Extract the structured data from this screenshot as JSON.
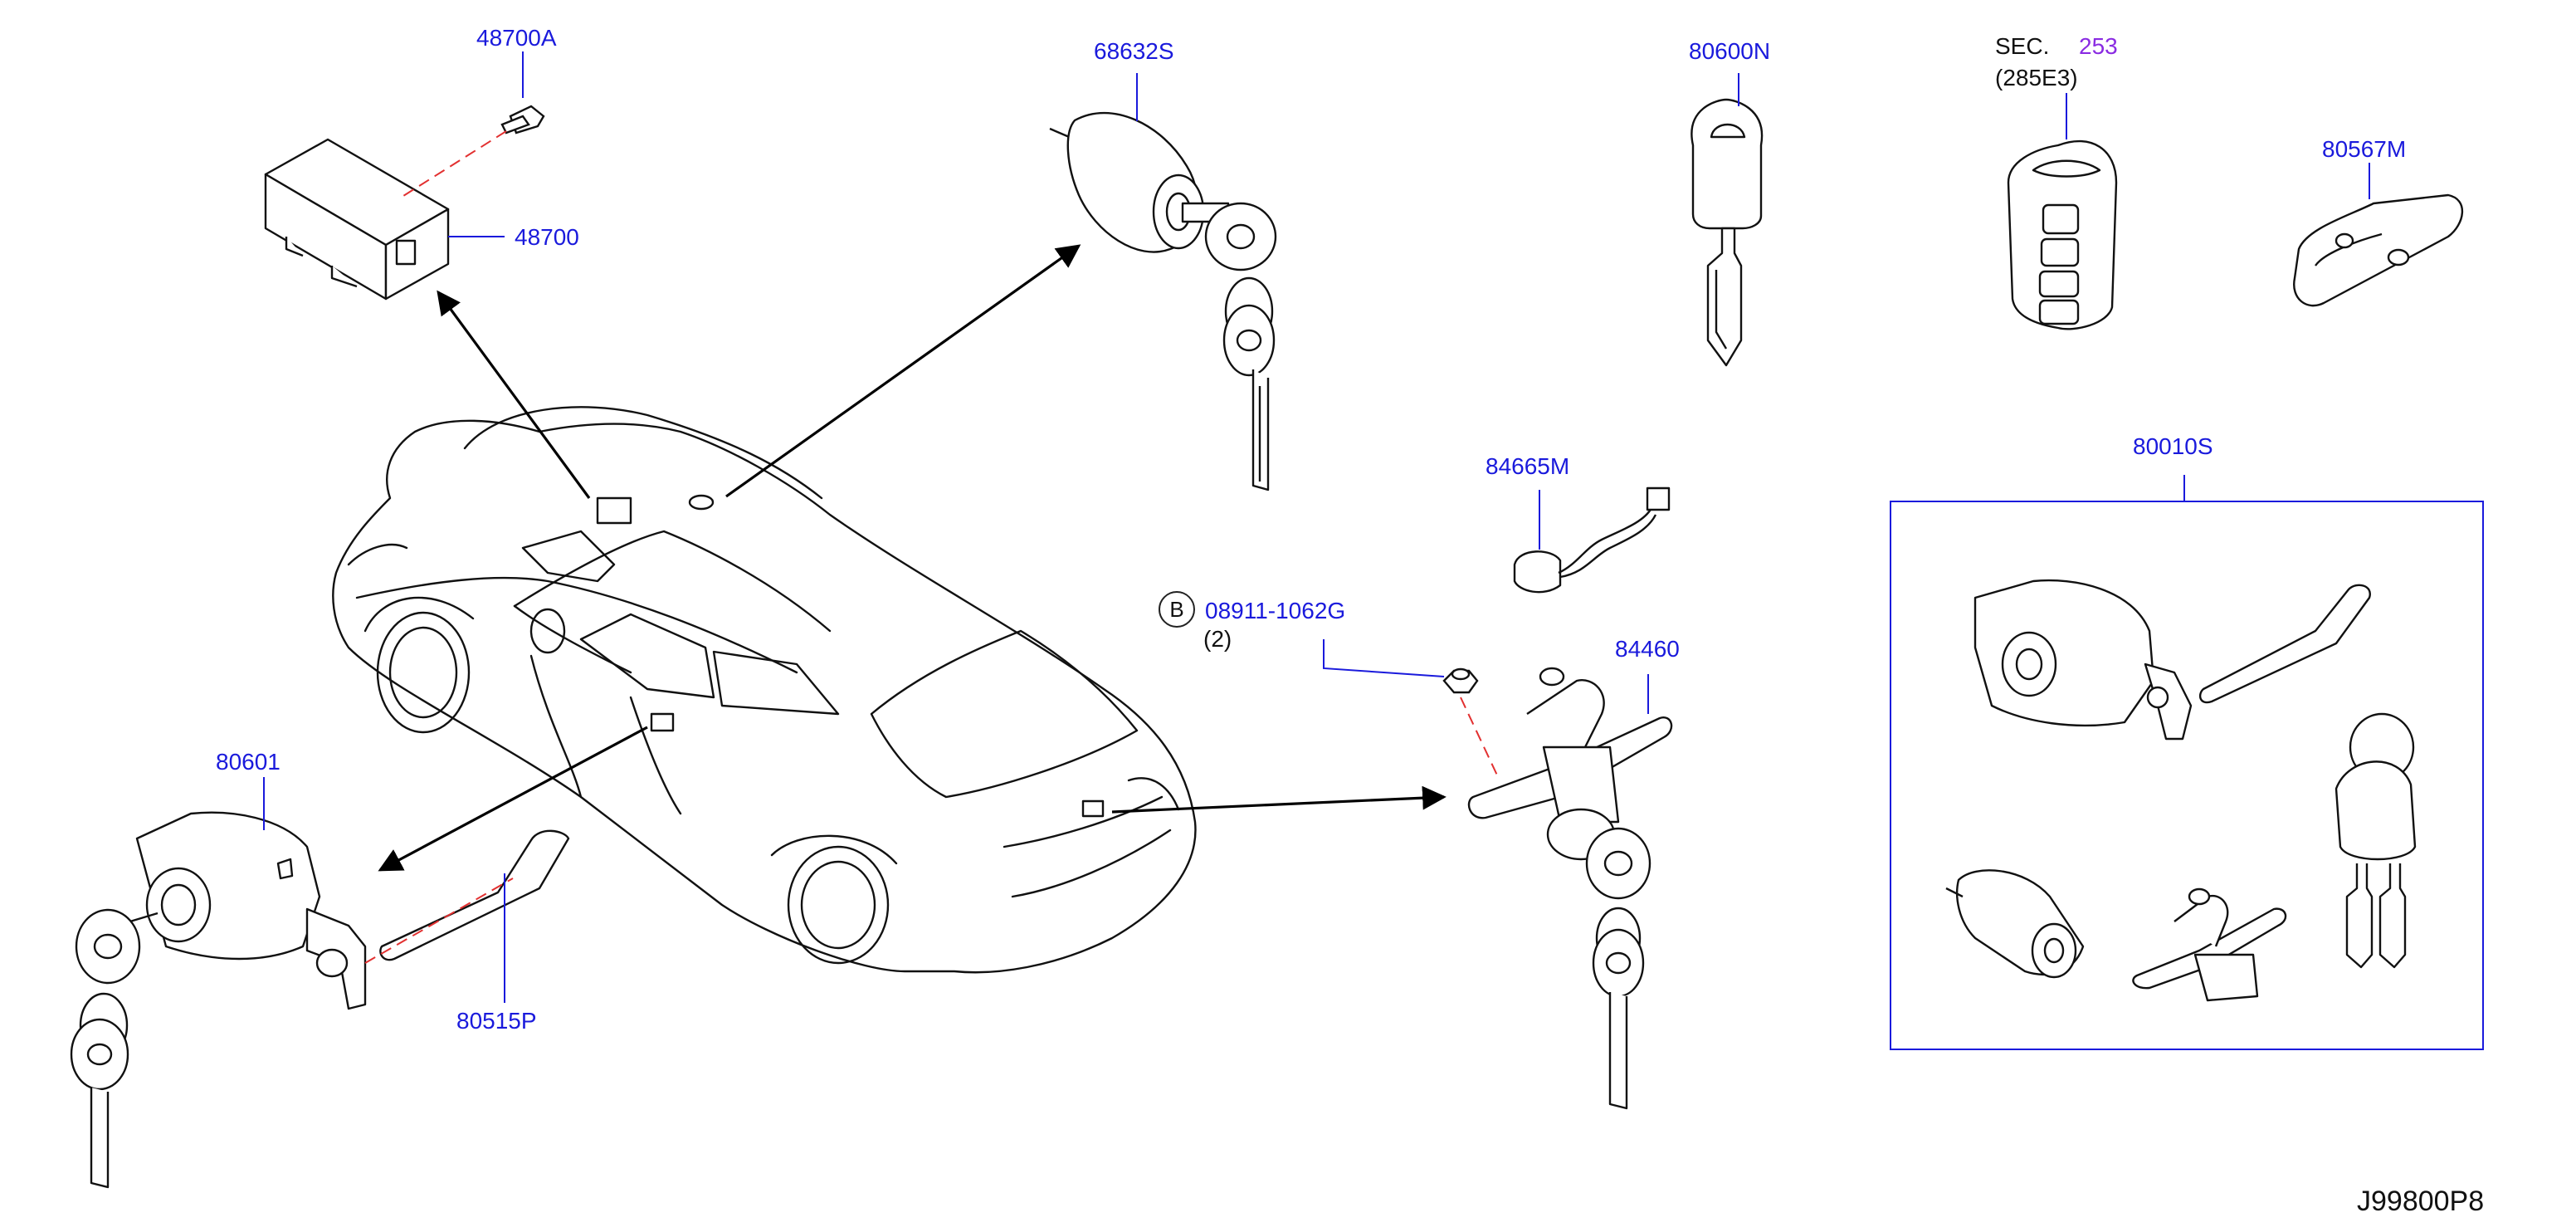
{
  "diagram": {
    "code": "J99800P8",
    "colors": {
      "part_label": "#1a1adc",
      "sec_reference": "#8a2be2",
      "line_art": "#111111",
      "leader": "#1a1adc",
      "dashed_install": "#e23030",
      "arrow": "#000000"
    },
    "parts": {
      "p48700A": "48700A",
      "p48700": "48700",
      "p68632S": "68632S",
      "p80600N": "80600N",
      "sec_prefix": "SEC.",
      "sec_number": "253",
      "sec_sub": "(285E3)",
      "p80567M": "80567M",
      "p80010S": "80010S",
      "p84665M": "84665M",
      "bolt_symbol": "B",
      "bolt_number": "08911-1062G",
      "bolt_qty": "(2)",
      "p84460": "84460",
      "p80601": "80601",
      "p80515P": "80515P"
    }
  }
}
